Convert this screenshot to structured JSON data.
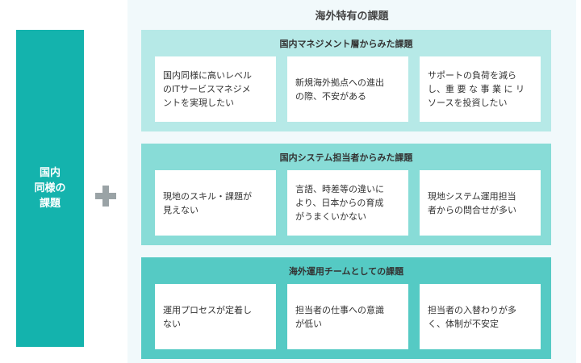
{
  "left": {
    "label": "国内\n同様の\n課題"
  },
  "overseas": {
    "title": "海外特有の課題",
    "panels": [
      {
        "title": "国内マネジメント層からみた課題",
        "items": [
          "国内同様に高いレベル\nのITサービスマネジメ\nントを実現したい",
          "新規海外拠点への進出\nの際、不安がある",
          "サポートの負荷を減ら\nし、重 要 な 事 業 に リ\nソースを投資したい"
        ]
      },
      {
        "title": "国内システム担当者からみた課題",
        "items": [
          "現地のスキル・課題が\n見えない",
          "言語、時差等の違いに\nより、日本からの育成\nがうまくいかない",
          "現地システム運用担当\n者からの問合せが多い"
        ]
      },
      {
        "title": "海外運用チームとしての課題",
        "items": [
          "運用プロセスが定着し\nない",
          "担当者の仕事への意識\nが低い",
          "担当者の入替わりが多\nく、体制が不安定"
        ]
      }
    ]
  },
  "colors": {
    "left_box": "#14b3ad",
    "panel_light": "#b6e9e7",
    "panel_mid": "#88dcd7",
    "panel_dark": "#55cac4",
    "background": "#f1f9fb"
  },
  "icons": {
    "plus": "plus-icon"
  }
}
